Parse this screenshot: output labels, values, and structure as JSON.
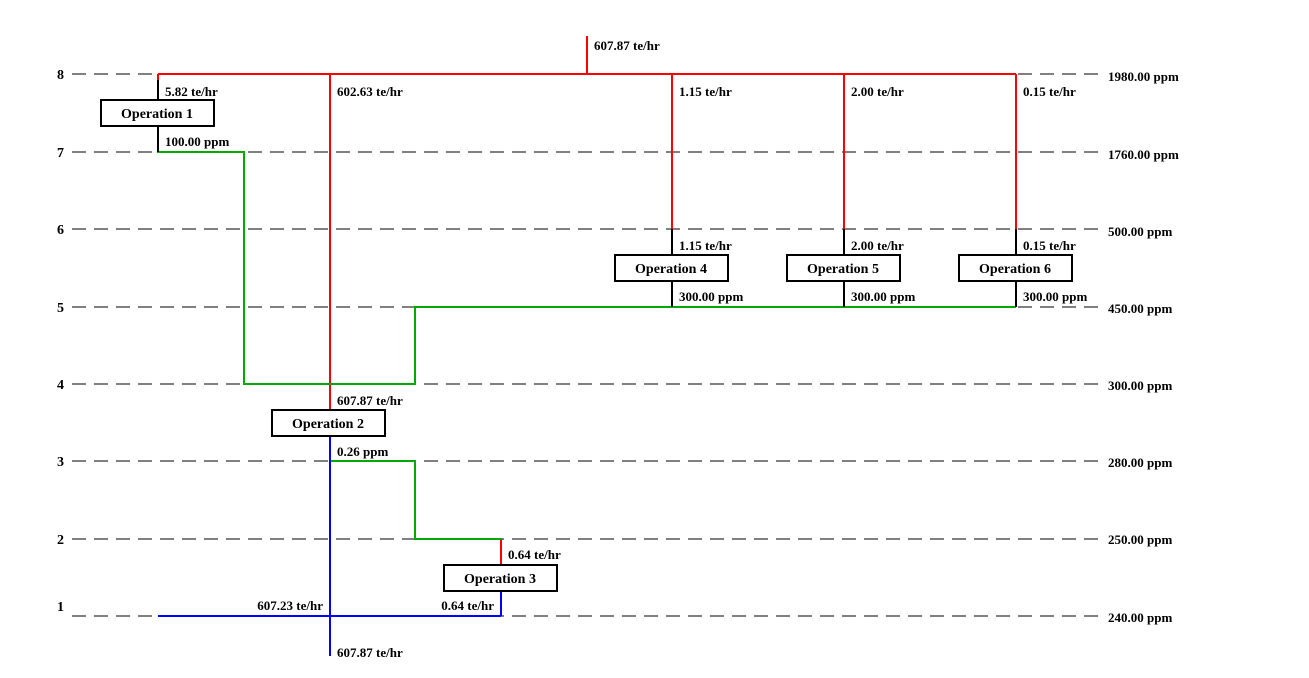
{
  "levels": [
    {
      "num": "1",
      "conc": "240.00 ppm"
    },
    {
      "num": "2",
      "conc": "250.00 ppm"
    },
    {
      "num": "3",
      "conc": "280.00 ppm"
    },
    {
      "num": "4",
      "conc": "300.00 ppm"
    },
    {
      "num": "5",
      "conc": "450.00 ppm"
    },
    {
      "num": "6",
      "conc": "500.00 ppm"
    },
    {
      "num": "7",
      "conc": "1760.00 ppm"
    },
    {
      "num": "8",
      "conc": "1980.00 ppm"
    }
  ],
  "operations": {
    "op1": "Operation 1",
    "op2": "Operation 2",
    "op3": "Operation 3",
    "op4": "Operation 4",
    "op5": "Operation 5",
    "op6": "Operation 6"
  },
  "flows": {
    "freshwater_in": "607.87 te/hr",
    "op1_in": "5.82 te/hr",
    "main_branch": "602.63 te/hr",
    "op4_branch": "1.15 te/hr",
    "op5_branch": "2.00 te/hr",
    "op6_branch": "0.15 te/hr",
    "op4_in": "1.15 te/hr",
    "op5_in": "2.00 te/hr",
    "op6_in": "0.15 te/hr",
    "op2_in": "607.87 te/hr",
    "op3_in": "0.64 te/hr",
    "op2_out_branch": "607.23 te/hr",
    "op3_out": "0.64 te/hr",
    "wastewater_out": "607.87 te/hr"
  },
  "concentrations": {
    "op1_out": "100.00 ppm",
    "op4_out": "300.00 ppm",
    "op5_out": "300.00 ppm",
    "op6_out": "300.00 ppm",
    "op2_out": "0.26 ppm"
  },
  "colors": {
    "freshwater": "#ff0000",
    "reuse": "#00aa00",
    "wastewater": "#0000ff",
    "neutral": "#000000"
  }
}
